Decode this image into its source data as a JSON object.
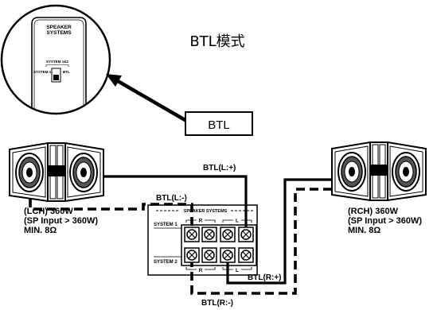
{
  "title": "BTL模式",
  "inset": {
    "header_line1": "SPEAKER",
    "header_line2": "SYSTEMS",
    "switch_top_label": "SYSTEM 1&2",
    "switch_left_label": "SYSTEM 1",
    "switch_right_label": "BTL"
  },
  "mode_box": {
    "label": "BTL"
  },
  "wires": {
    "l_plus": "BTL(L:+)",
    "l_minus": "BTL(L:-)",
    "r_plus": "BTL(R:+)",
    "r_minus": "BTL(R:-)"
  },
  "left_speaker": {
    "lines": [
      "(LCH) 360W",
      "(SP Input > 360W)",
      "MIN. 8Ω"
    ]
  },
  "right_speaker": {
    "lines": [
      "(RCH) 360W",
      "(SP Input > 360W)",
      "MIN. 8Ω"
    ]
  },
  "terminal": {
    "header": "SPEAKER SYSTEMS",
    "system1": "SYSTEM 1",
    "system2": "SYSTEM 2",
    "top_r": "R",
    "top_l": "L",
    "bottom_r": "R",
    "bottom_l": "L"
  },
  "colors": {
    "ink": "#000000",
    "background": "#ffffff"
  }
}
